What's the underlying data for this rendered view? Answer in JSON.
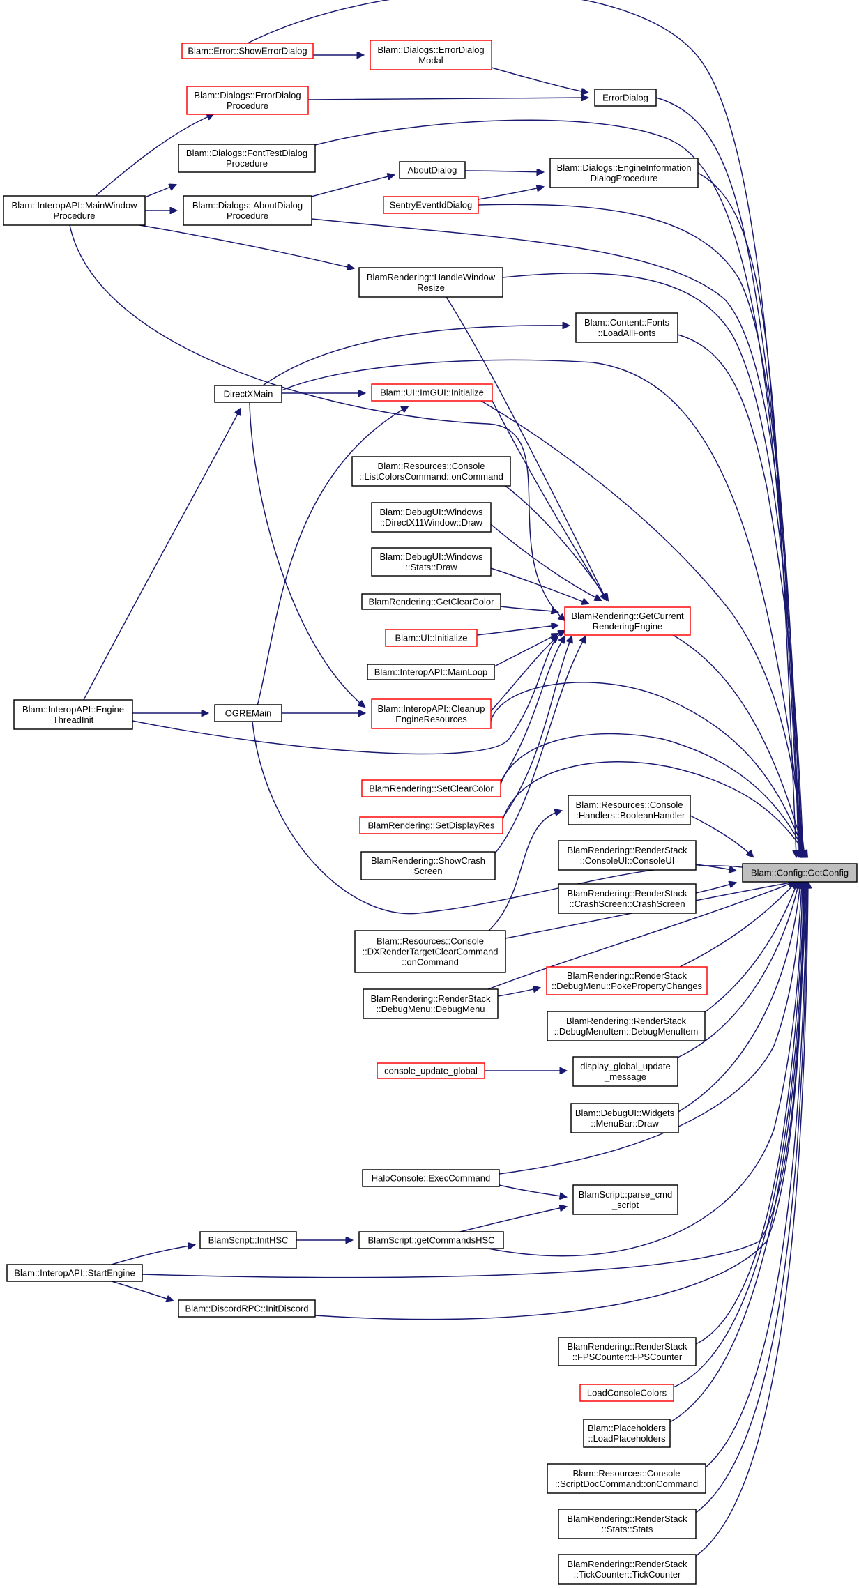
{
  "graph": {
    "colors": {
      "edge": "#191970",
      "node_border": "#000000",
      "truncated_border": "#ff0000",
      "focus_fill": "#bfbfbf",
      "background": "#ffffff"
    },
    "nodes": {
      "getconfig": {
        "lines": [
          "Blam::Config::GetConfig"
        ],
        "kind": "focus"
      },
      "showerror": {
        "lines": [
          "Blam::Error::ShowErrorDialog"
        ],
        "kind": "trunc"
      },
      "errmodal": {
        "lines": [
          "Blam::Dialogs::ErrorDialog",
          "Modal"
        ],
        "kind": "trunc"
      },
      "errproc": {
        "lines": [
          "Blam::Dialogs::ErrorDialog",
          "Procedure"
        ],
        "kind": "trunc"
      },
      "errordialog": {
        "lines": [
          "ErrorDialog"
        ],
        "kind": "std"
      },
      "fonttest": {
        "lines": [
          "Blam::Dialogs::FontTestDialog",
          "Procedure"
        ],
        "kind": "std"
      },
      "aboutdialog": {
        "lines": [
          "AboutDialog"
        ],
        "kind": "std"
      },
      "engineinfo": {
        "lines": [
          "Blam::Dialogs::EngineInformation",
          "DialogProcedure"
        ],
        "kind": "std"
      },
      "sentry": {
        "lines": [
          "SentryEventIdDialog"
        ],
        "kind": "trunc"
      },
      "mainwindow": {
        "lines": [
          "Blam::InteropAPI::MainWindow",
          "Procedure"
        ],
        "kind": "std"
      },
      "aboutproc": {
        "lines": [
          "Blam::Dialogs::AboutDialog",
          "Procedure"
        ],
        "kind": "std"
      },
      "handleresize": {
        "lines": [
          "BlamRendering::HandleWindow",
          "Resize"
        ],
        "kind": "std"
      },
      "loadfonts": {
        "lines": [
          "Blam::Content::Fonts",
          "::LoadAllFonts"
        ],
        "kind": "std"
      },
      "directxmain": {
        "lines": [
          "DirectXMain"
        ],
        "kind": "std"
      },
      "imguiinit": {
        "lines": [
          "Blam::UI::ImGUI::Initialize"
        ],
        "kind": "trunc"
      },
      "listcolors": {
        "lines": [
          "Blam::Resources::Console",
          "::ListColorsCommand::onCommand"
        ],
        "kind": "std"
      },
      "dx11draw": {
        "lines": [
          "Blam::DebugUI::Windows",
          "::DirectX11Window::Draw"
        ],
        "kind": "std"
      },
      "statsdraw": {
        "lines": [
          "Blam::DebugUI::Windows",
          "::Stats::Draw"
        ],
        "kind": "std"
      },
      "getclearcolor": {
        "lines": [
          "BlamRendering::GetClearColor"
        ],
        "kind": "std"
      },
      "getcurrent": {
        "lines": [
          "BlamRendering::GetCurrent",
          "RenderingEngine"
        ],
        "kind": "trunc"
      },
      "uiinit": {
        "lines": [
          "Blam::UI::Initialize"
        ],
        "kind": "trunc"
      },
      "mainloop": {
        "lines": [
          "Blam::InteropAPI::MainLoop"
        ],
        "kind": "std"
      },
      "enginethread": {
        "lines": [
          "Blam::InteropAPI::Engine",
          "ThreadInit"
        ],
        "kind": "std"
      },
      "ogremain": {
        "lines": [
          "OGREMain"
        ],
        "kind": "std"
      },
      "cleanup": {
        "lines": [
          "Blam::InteropAPI::Cleanup",
          "EngineResources"
        ],
        "kind": "trunc"
      },
      "setclearcolor": {
        "lines": [
          "BlamRendering::SetClearColor"
        ],
        "kind": "trunc"
      },
      "setdisplayres": {
        "lines": [
          "BlamRendering::SetDisplayRes"
        ],
        "kind": "trunc"
      },
      "booleanhandler": {
        "lines": [
          "Blam::Resources::Console",
          "::Handlers::BooleanHandler"
        ],
        "kind": "std"
      },
      "showcrash": {
        "lines": [
          "BlamRendering::ShowCrash",
          "Screen"
        ],
        "kind": "std"
      },
      "consoleui": {
        "lines": [
          "BlamRendering::RenderStack",
          "::ConsoleUI::ConsoleUI"
        ],
        "kind": "std"
      },
      "crashscreen": {
        "lines": [
          "BlamRendering::RenderStack",
          "::CrashScreen::CrashScreen"
        ],
        "kind": "std"
      },
      "dxrtclear": {
        "lines": [
          "Blam::Resources::Console",
          "::DXRenderTargetClearCommand",
          "::onCommand"
        ],
        "kind": "std"
      },
      "pokeprop": {
        "lines": [
          "BlamRendering::RenderStack",
          "::DebugMenu::PokePropertyChanges"
        ],
        "kind": "trunc"
      },
      "debugmenu": {
        "lines": [
          "BlamRendering::RenderStack",
          "::DebugMenu::DebugMenu"
        ],
        "kind": "std"
      },
      "debugmenuitem": {
        "lines": [
          "BlamRendering::RenderStack",
          "::DebugMenuItem::DebugMenuItem"
        ],
        "kind": "std"
      },
      "consoleupdate": {
        "lines": [
          "console_update_global"
        ],
        "kind": "trunc"
      },
      "displayglobal": {
        "lines": [
          "display_global_update",
          "_message"
        ],
        "kind": "std"
      },
      "menubar": {
        "lines": [
          "Blam::DebugUI::Widgets",
          "::MenuBar::Draw"
        ],
        "kind": "std"
      },
      "haloexec": {
        "lines": [
          "HaloConsole::ExecCommand"
        ],
        "kind": "std"
      },
      "parsecmd": {
        "lines": [
          "BlamScript::parse_cmd",
          "_script"
        ],
        "kind": "std"
      },
      "inithsc": {
        "lines": [
          "BlamScript::InitHSC"
        ],
        "kind": "std"
      },
      "getcommands": {
        "lines": [
          "BlamScript::getCommandsHSC"
        ],
        "kind": "std"
      },
      "startengine": {
        "lines": [
          "Blam::InteropAPI::StartEngine"
        ],
        "kind": "std"
      },
      "discord": {
        "lines": [
          "Blam::DiscordRPC::InitDiscord"
        ],
        "kind": "std"
      },
      "fpscounter": {
        "lines": [
          "BlamRendering::RenderStack",
          "::FPSCounter::FPSCounter"
        ],
        "kind": "std"
      },
      "loadconsolecolors": {
        "lines": [
          "LoadConsoleColors"
        ],
        "kind": "trunc"
      },
      "placeholders": {
        "lines": [
          "Blam::Placeholders",
          "::LoadPlaceholders"
        ],
        "kind": "std"
      },
      "scriptdoc": {
        "lines": [
          "Blam::Resources::Console",
          "::ScriptDocCommand::onCommand"
        ],
        "kind": "std"
      },
      "statsstats": {
        "lines": [
          "BlamRendering::RenderStack",
          "::Stats::Stats"
        ],
        "kind": "std"
      },
      "tickcounter": {
        "lines": [
          "BlamRendering::RenderStack",
          "::TickCounter::TickCounter"
        ],
        "kind": "std"
      }
    }
  }
}
